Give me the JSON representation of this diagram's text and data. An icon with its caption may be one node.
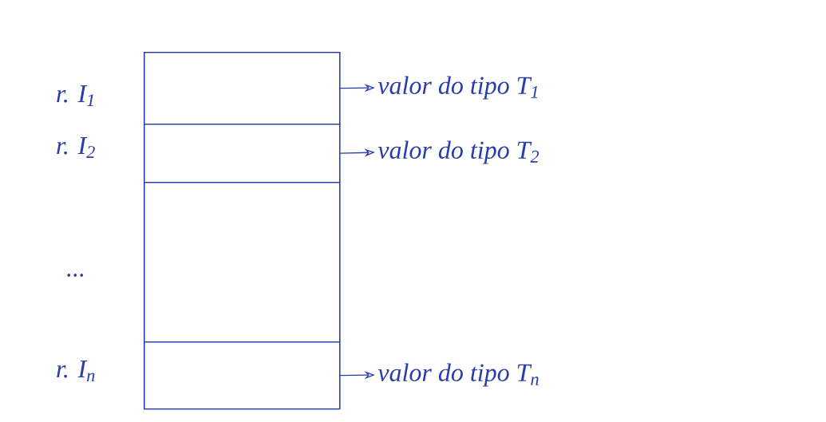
{
  "diagram": {
    "nodes": [
      {
        "text": [],
        "shape": "box"
      },
      {
        "text": [],
        "shape": "box",
        "in": 0
      },
      {
        "text": [],
        "shape": "box",
        "in": 0
      },
      {
        "text": [],
        "shape": "box",
        "in": 0
      },
      {
        "text": [],
        "shape": "box",
        "in": 0
      },
      {
        "text": [
          "valor do tipo T$_{1}$"
        ]
      },
      {
        "text": [
          "valor do tipo T$_{2}$"
        ]
      },
      {
        "text": [
          "valor do tipo T$_{n}$"
        ]
      }
    ],
    "edges": [
      {
        "from": 1,
        "to": 5,
        "arrow": "to"
      },
      {
        "from": 2,
        "to": 6,
        "arrow": "to"
      },
      {
        "from": 4,
        "to": 7,
        "arrow": "to"
      }
    ],
    "labels": [
      "r. I$_{1}$",
      "r. I$_{2}$",
      "...",
      "r. I$_{n}$"
    ]
  }
}
